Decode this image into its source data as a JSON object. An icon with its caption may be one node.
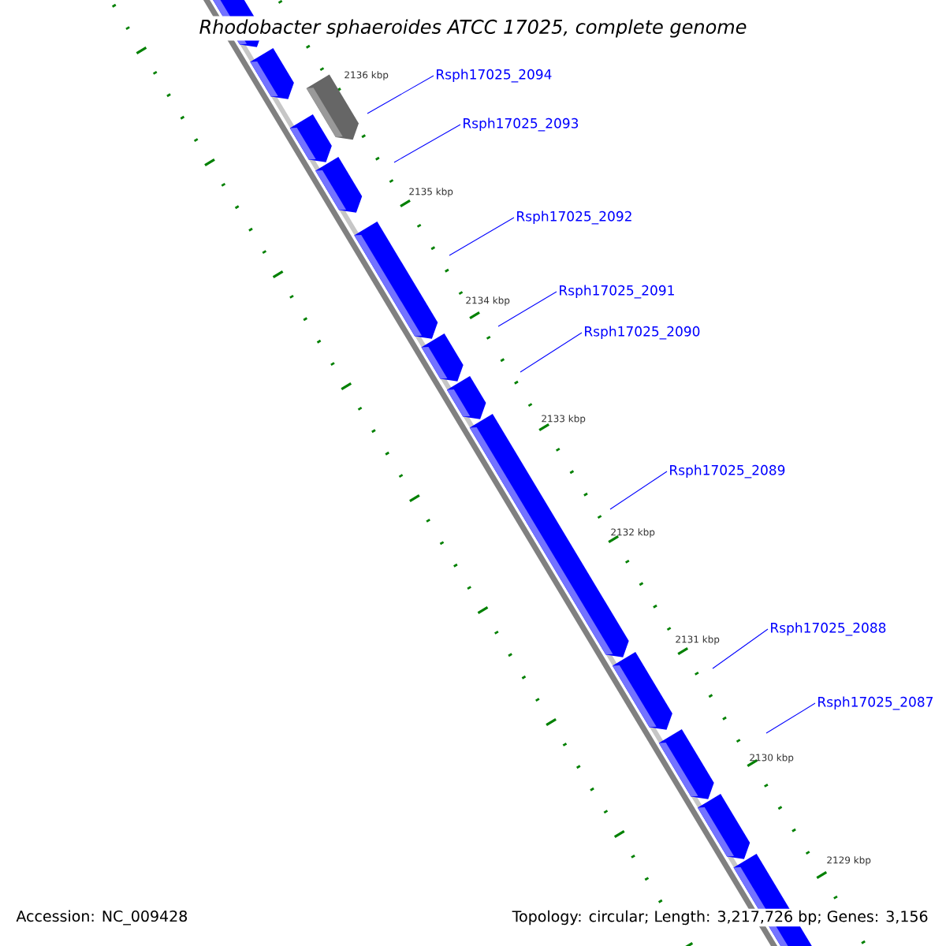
{
  "diagram": {
    "title": "*Rhodobacter sphaeroides* *ATCC 17025, complete genome*",
    "nodes": [
      {
        "text": [
          "Rsph17025_2094"
        ]
      },
      {
        "text": [
          "Rsph17025_2093"
        ]
      },
      {
        "text": [
          "Rsph17025_2092"
        ]
      },
      {
        "text": [
          "Rsph17025_2091"
        ]
      },
      {
        "text": [
          "Rsph17025_2090"
        ]
      },
      {
        "text": [
          "Rsph17025_2089"
        ]
      },
      {
        "text": [
          "Rsph17025_2088"
        ]
      },
      {
        "text": [
          "Rsph17025_2087"
        ]
      }
    ],
    "edges": [
      {
        "from": 0,
        "to": null,
        "arrow": "none"
      },
      {
        "from": 1,
        "to": null,
        "arrow": "none"
      },
      {
        "from": 2,
        "to": null,
        "arrow": "none"
      },
      {
        "from": 3,
        "to": null,
        "arrow": "none"
      },
      {
        "from": 4,
        "to": null,
        "arrow": "none"
      },
      {
        "from": 5,
        "to": null,
        "arrow": "none"
      },
      {
        "from": 6,
        "to": null,
        "arrow": "none"
      },
      {
        "from": 7,
        "to": null,
        "arrow": "none"
      }
    ],
    "labels": [
      "2136 kbp",
      "2135 kbp",
      "2134 kbp",
      "2133 kbp",
      "2132 kbp",
      "2131 kbp",
      "2130 kbp",
      "2129 kbp",
      "Accession: NC_009428",
      "Topology: circular; Length: 3,217,726 bp; Genes: 3,156"
    ]
  }
}
